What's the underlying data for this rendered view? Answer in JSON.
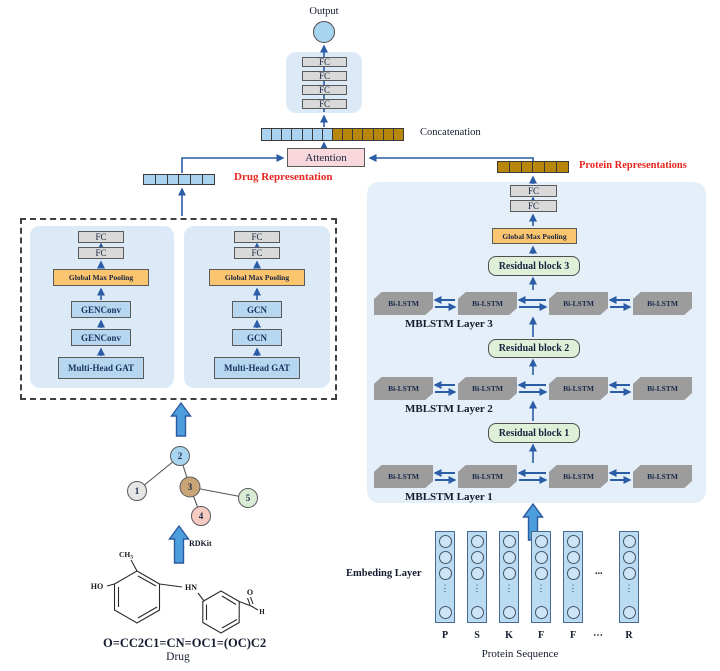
{
  "top": {
    "output_label": "Output",
    "fc_stack": [
      "FC",
      "FC",
      "FC",
      "FC"
    ],
    "concatenation_label": "Concatenation",
    "attention_label": "Attention",
    "concat_cells": {
      "drug_count": 7,
      "protein_count": 7
    },
    "colors": {
      "drug_cell": "#a9d3ee",
      "protein_cell": "#b8860b"
    }
  },
  "drug": {
    "representation_label": "Drug Representation",
    "bar_cell_count": 6,
    "branches": [
      {
        "blocks": [
          "FC",
          "FC",
          "Global Max Pooling",
          "GENConv",
          "GENConv",
          "Multi-Head GAT"
        ]
      },
      {
        "blocks": [
          "FC",
          "FC",
          "Global Max Pooling",
          "GCN",
          "GCN",
          "Multi-Head GAT"
        ]
      }
    ],
    "graph": {
      "nodes": [
        {
          "label": "1",
          "color": "#e6e6e6"
        },
        {
          "label": "2",
          "color": "#a8d4f0"
        },
        {
          "label": "3",
          "color": "#c8a476"
        },
        {
          "label": "4",
          "color": "#f7cbc2"
        },
        {
          "label": "5",
          "color": "#d9ecd6"
        }
      ]
    },
    "rdkit_label": "RDKit",
    "molecule": {
      "ch3": "CH",
      "ch3_sub": "3",
      "ho": "HO",
      "hn": "HN",
      "o": "O",
      "h": "H"
    },
    "smiles": "O=CC2C1=CN=OC1=(OC)C2",
    "name_label": "Drug"
  },
  "protein": {
    "representation_label": "Protein Representations",
    "fc_stack": [
      "FC",
      "FC"
    ],
    "gmp_label": "Global Max Pooling",
    "residual_blocks": [
      "Residual block 3",
      "Residual block 2",
      "Residual block 1"
    ],
    "mblstm_layers": [
      {
        "label": "MBLSTM Layer 3",
        "cells": [
          "Bi-LSTM",
          "Bi-LSTM",
          "Bi-LSTM",
          "Bi-LSTM"
        ]
      },
      {
        "label": "MBLSTM Layer 2",
        "cells": [
          "Bi-LSTM",
          "Bi-LSTM",
          "Bi-LSTM",
          "Bi-LSTM"
        ]
      },
      {
        "label": "MBLSTM Layer 1",
        "cells": [
          "Bi-LSTM",
          "Bi-LSTM",
          "Bi-LSTM",
          "Bi-LSTM"
        ]
      }
    ],
    "bar_cell_count": 6,
    "embedding": {
      "label": "Embeding Layer",
      "column_count": 6,
      "col_dots": "⋮",
      "ellipsis": "...",
      "letters": [
        "P",
        "S",
        "K",
        "F",
        "F",
        "⋯",
        "R"
      ]
    },
    "sequence_label": "Protein Sequence"
  }
}
